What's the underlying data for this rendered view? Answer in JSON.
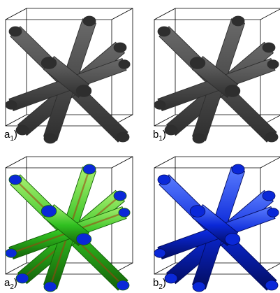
{
  "panels": [
    {
      "main": "a",
      "sub": "1",
      "style": "gray"
    },
    {
      "main": "b",
      "sub": "1",
      "style": "gray"
    },
    {
      "main": "a",
      "sub": "2",
      "style": "green"
    },
    {
      "main": "b",
      "sub": "2",
      "style": "blue"
    }
  ],
  "colors": {
    "background": "#ffffff",
    "box_edge": "#000000",
    "gray_rod_light": "#b8b8b8",
    "gray_rod_mid": "#707070",
    "gray_rod_dark": "#2e2e2e",
    "green_rod_light": "#a8f070",
    "green_rod_mid": "#30c020",
    "green_rod_dark": "#136008",
    "green_inner_streak": "#a04010",
    "blue_rod_light": "#5a7cff",
    "blue_rod_mid": "#0a28d8",
    "blue_rod_dark": "#030c5e"
  },
  "icons": [
    "rod-cluster",
    "wireframe-cube"
  ]
}
